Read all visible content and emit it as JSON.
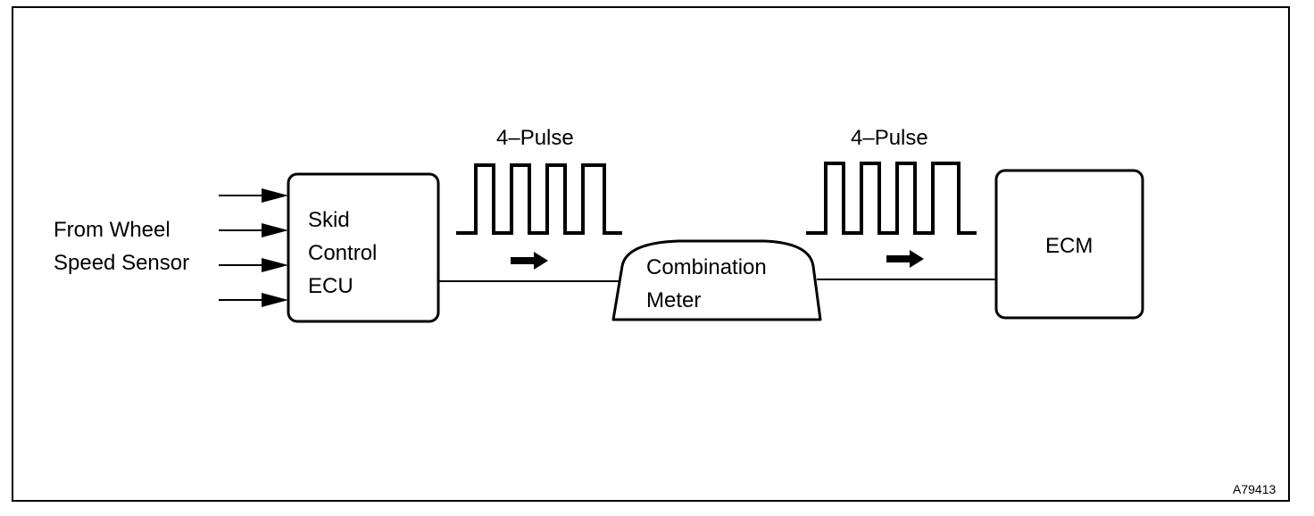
{
  "input": {
    "label_line1": "From Wheel",
    "label_line2": "Speed Sensor"
  },
  "blocks": {
    "skid_ecu": {
      "line1": "Skid",
      "line2": "Control",
      "line3": "ECU"
    },
    "combination_meter": {
      "line1": "Combination",
      "line2": "Meter"
    },
    "ecm": {
      "label": "ECM"
    }
  },
  "signals": [
    {
      "label": "4–Pulse"
    },
    {
      "label": "4–Pulse"
    }
  ],
  "figure_id": "A79413",
  "colors": {
    "ink": "#000000",
    "background": "#ffffff"
  }
}
